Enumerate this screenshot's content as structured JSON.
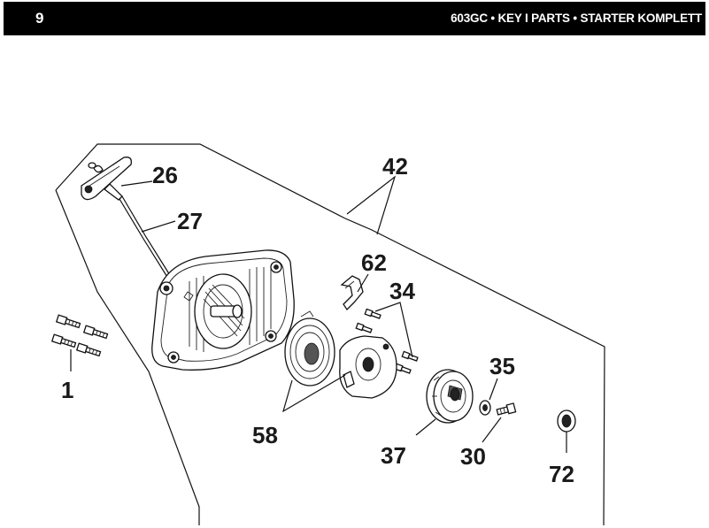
{
  "header": {
    "page_number": "9",
    "title": "603GC • KEY I PARTS • STARTER KOMPLETT"
  },
  "callouts": {
    "c1": "1",
    "c26": "26",
    "c27": "27",
    "c42": "42",
    "c62": "62",
    "c34": "34",
    "c35": "35",
    "c58": "58",
    "c37": "37",
    "c30": "30",
    "c72": "72"
  }
}
